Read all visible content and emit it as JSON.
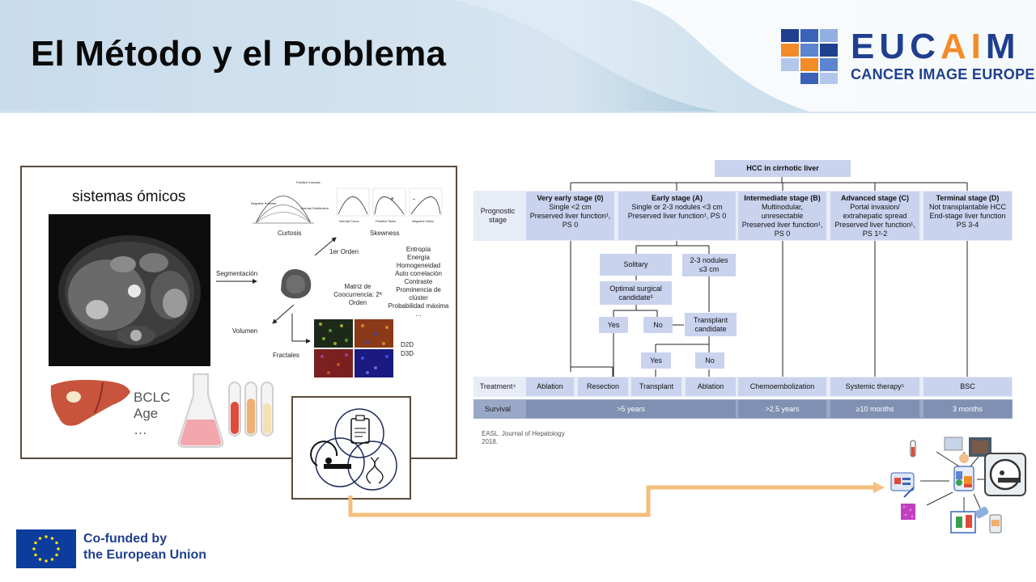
{
  "slide": {
    "title": "El Método y el Problema"
  },
  "logo": {
    "word_left": "EUC",
    "word_ai": "AI",
    "word_right": "M",
    "subtitle": "CANCER IMAGE EUROPE"
  },
  "omics": {
    "title": "sistemas ómicos",
    "labels": {
      "segmentation": "Segmentación",
      "first_order": "1er Orden",
      "volume": "Volumen",
      "fractals": "Fractales",
      "matrix": [
        "Matriz de",
        "Coocurrencia: 2ª",
        "Orden"
      ],
      "kurtosis": "Curtosis",
      "skewness": "Skewness",
      "features": [
        "Entropía",
        "Energía",
        "Homogeneidad",
        "Auto correlación",
        "Contraste",
        "Prominencia de",
        "clúster",
        "Probabilidad máxima",
        "…"
      ],
      "dims": [
        "D2D",
        "D3D"
      ],
      "skew_plus": "+",
      "skew_minus": "-",
      "kurt_labels": [
        "Positive Kurtosis",
        "Negative Kurtosis",
        "Normal Distribution"
      ],
      "skew_labels": [
        "Normal Curve",
        "Positive Skew",
        "Negative Skew"
      ]
    },
    "bclc_list": [
      "BCLC",
      "Age",
      "…"
    ]
  },
  "bclc": {
    "root": "HCC in cirrhotic liver",
    "row_labels": {
      "prognostic": "Prognostic stage",
      "treatment": "Treatment⁴",
      "survival": "Survival"
    },
    "stages": [
      {
        "title": "Very early stage (0)",
        "lines": [
          "Single <2 cm",
          "Preserved liver function¹,",
          "PS 0"
        ]
      },
      {
        "title": "Early stage (A)",
        "lines": [
          "Single or 2-3 nodules <3 cm",
          "Preserved liver function¹, PS 0"
        ]
      },
      {
        "title": "Intermediate stage (B)",
        "lines": [
          "Multinodular,",
          "unresectable",
          "Preserved liver function¹,",
          "PS 0"
        ]
      },
      {
        "title": "Advanced stage (C)",
        "lines": [
          "Portal invasion/",
          "extrahepatic spread",
          "Preserved liver function¹,",
          "PS 1²-2"
        ]
      },
      {
        "title": "Terminal stage (D)",
        "lines": [
          "Not transplantable HCC",
          "End-stage liver function",
          "PS 3-4"
        ]
      }
    ],
    "flow": {
      "solitary": "Solitary",
      "nodules": [
        "2-3 nodules",
        "≤3 cm"
      ],
      "optimal": [
        "Optimal surgical",
        "candidate³"
      ],
      "yes1": "Yes",
      "no1": "No",
      "transplant": [
        "Transplant",
        "candidate"
      ],
      "yes2": "Yes",
      "no2": "No"
    },
    "treatments": [
      "Ablation",
      "Resection",
      "Transplant",
      "Ablation",
      "Chemoembolization",
      "Systemic therapy⁵",
      "BSC"
    ],
    "survival": [
      ">5 years",
      ">2.5 years",
      "≥10 months",
      "3 months"
    ],
    "reference": [
      "EASL. Journal of Hepatology",
      "2018."
    ]
  },
  "funding": {
    "line1": "Co-funded by",
    "line2": "the European Union"
  },
  "colors": {
    "header_band": "#c7dced",
    "logo_blue": "#1f3f8f",
    "logo_orange": "#f28c28",
    "stage_box": "#c9d3ee",
    "survival_box": "#8090b2",
    "arrow_orange": "#f5be7c",
    "panel_border": "#5b4a3a"
  }
}
